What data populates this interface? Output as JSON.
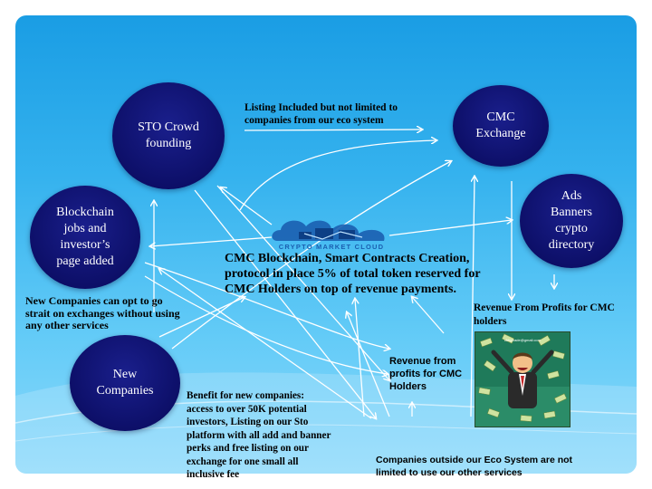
{
  "nodes": {
    "sto": "STO Crowd\nfounding",
    "cmc_exchange": "CMC\nExchange",
    "blockchain_jobs": "Blockchain\njobs and\ninvestor’s\npage added",
    "ads": "Ads\nBanners\ncrypto\ndirectory",
    "new_companies": "New\nCompanies"
  },
  "labels": {
    "listing": "Listing Included but not limited to companies from our eco system",
    "main_text": "CMC Blockchain, Smart Contracts Creation, protocol in place 5% of total token reserved for CMC Holders on top of revenue payments.",
    "new_companies_note": "New Companies can opt to go strait on exchanges without using any other services",
    "revenue_profits": "Revenue From Profits for CMC holders",
    "revenue_from": "Revenue from profits for CMC Holders",
    "benefit": "Benefit for new companies: access to over 50K potential investors, Listing on our Sto platform with all add and banner perks and free listing on our exchange for one small all inclusive fee",
    "outside": "Companies outside our Eco System are not limited to use our other services"
  },
  "logo": {
    "text": "CRYPTO MARKET CLOUD",
    "color": "#1b5fb0"
  },
  "colors": {
    "node": "#0c0e66",
    "background": "#2fa9ea",
    "arrow": "#ffffff"
  }
}
